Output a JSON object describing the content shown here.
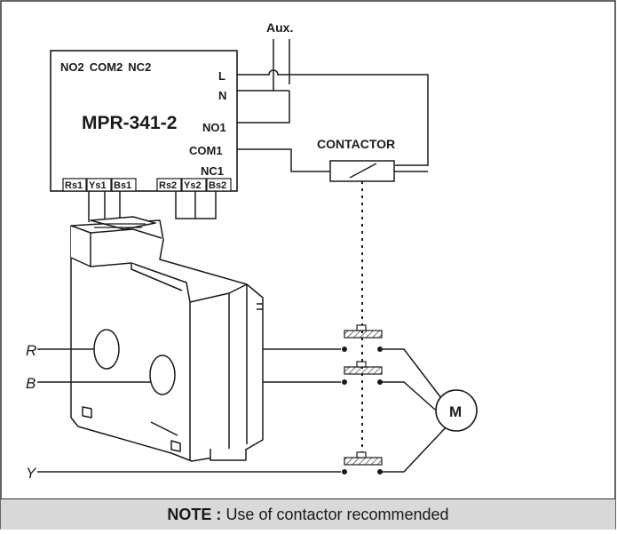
{
  "aux_label": "Aux.",
  "relay": {
    "model": "MPR-341-2",
    "top_terminals": [
      "NO2",
      "COM2",
      "NC2"
    ],
    "right_terminals": {
      "l": "L",
      "n": "N",
      "no1": "NO1",
      "com1": "COM1",
      "nc1": "NC1"
    },
    "ct_inputs": [
      "Rs1",
      "Ys1",
      "Bs1",
      "Rs2",
      "Ys2",
      "Bs2"
    ]
  },
  "contactor_label": "CONTACTOR",
  "phases": {
    "r": "R",
    "b": "B",
    "y": "Y"
  },
  "motor_label": "M",
  "note": {
    "prefix": "NOTE :",
    "text": "Use of contactor recommended"
  }
}
